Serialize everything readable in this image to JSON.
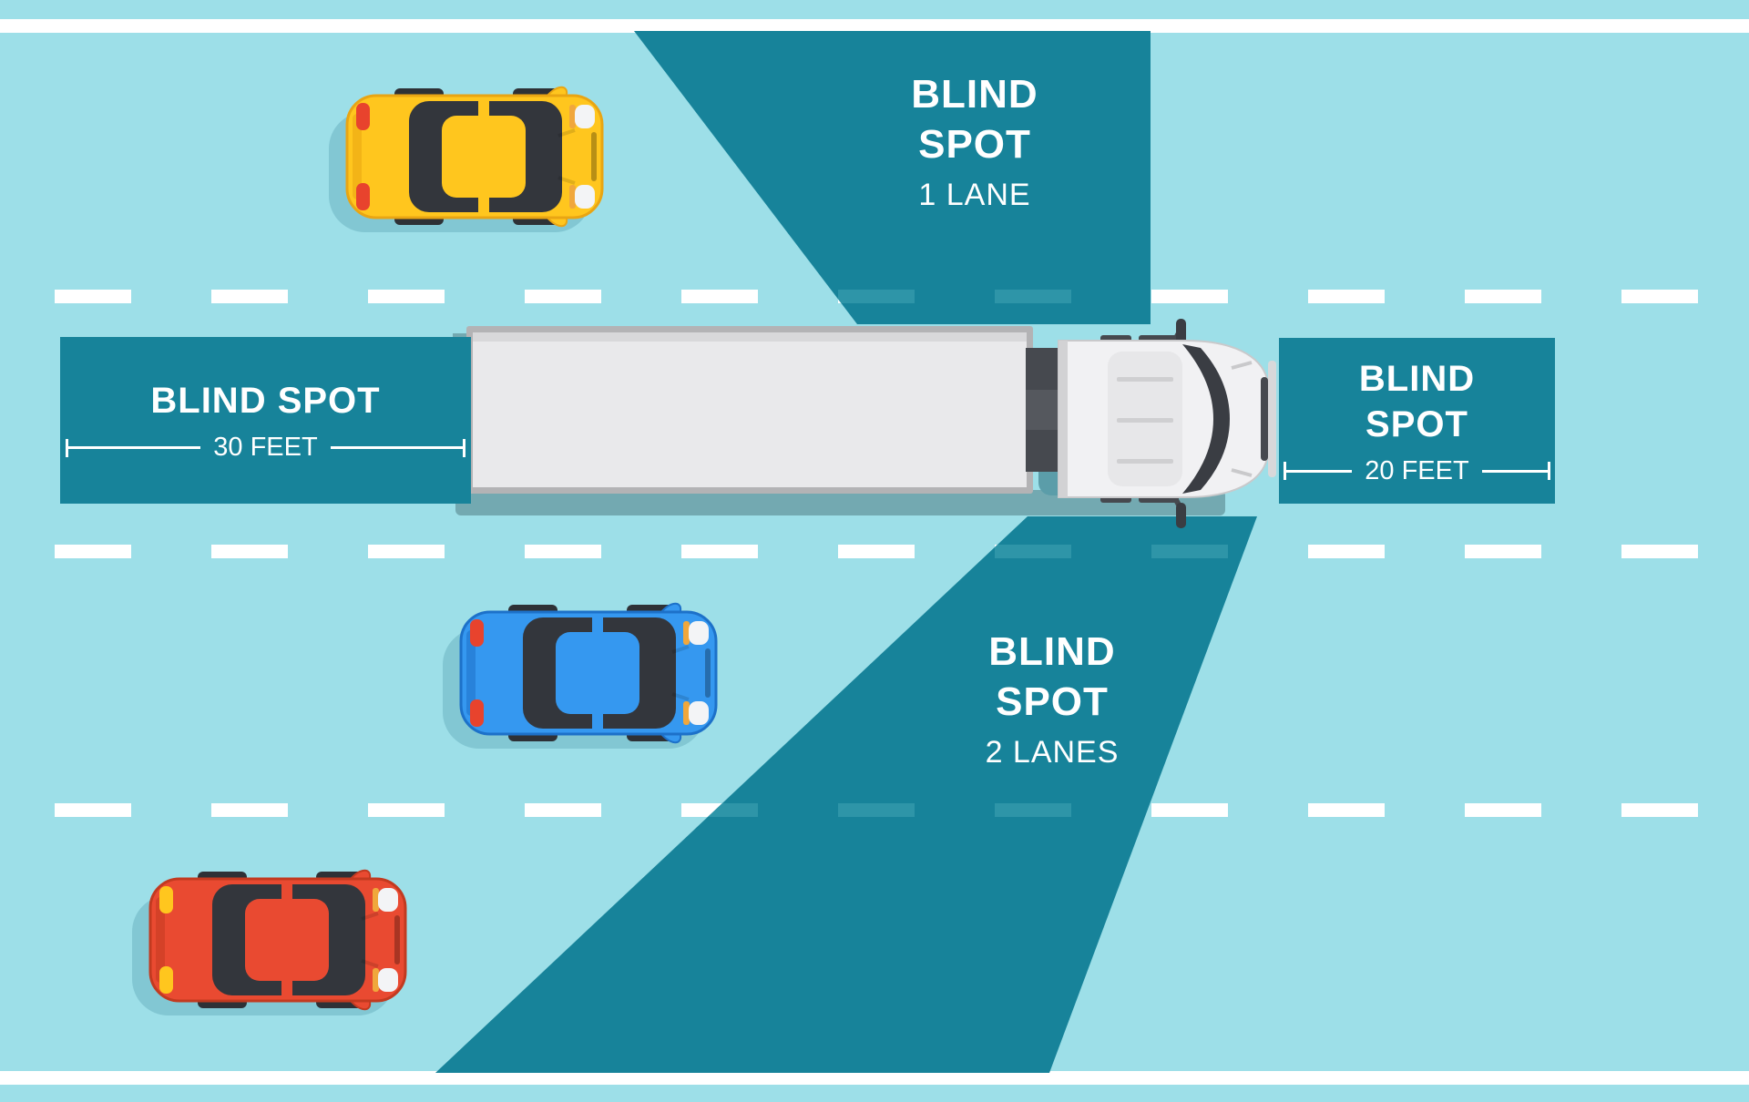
{
  "palette": {
    "road": "#9ddfe8",
    "zone_teal": "#17839a",
    "zone_dash": "#2e95a8",
    "zone_origin": "#5b9da9",
    "lane_white": "#ffffff",
    "car_shadow": "#82c7d3",
    "truck_shadow": "#73a9b1",
    "trailer_gray": "#e9e9eb",
    "trailer_border": "#b3b3b5",
    "cab_white": "#f1f1f3",
    "glass_dark": "#3a3d43",
    "truck_dark": "#46494f",
    "yellow_car": "#ffc61e",
    "yellow_dark": "#e9a513",
    "blue_car": "#3598f0",
    "blue_dark": "#1d71c9",
    "red_car": "#e94a31",
    "red_dark": "#c23a20",
    "tail_red": "#e8432d",
    "tail_amber": "#ffc61e",
    "headlight_amber": "#f0a73c"
  },
  "zones": {
    "side_right": {
      "line1": "BLIND",
      "line2": "SPOT",
      "sub": "1 LANE"
    },
    "rear": {
      "title": "BLIND SPOT",
      "distance": "30 FEET"
    },
    "front": {
      "line1": "BLIND",
      "line2": "SPOT",
      "distance": "20 FEET"
    },
    "side_left": {
      "line1": "BLIND",
      "line2": "SPOT",
      "sub": "2 LANES"
    }
  },
  "vehicles": {
    "truck": "semi-truck-top-view",
    "cars": [
      "yellow-sedan",
      "blue-sedan",
      "red-sedan"
    ]
  }
}
